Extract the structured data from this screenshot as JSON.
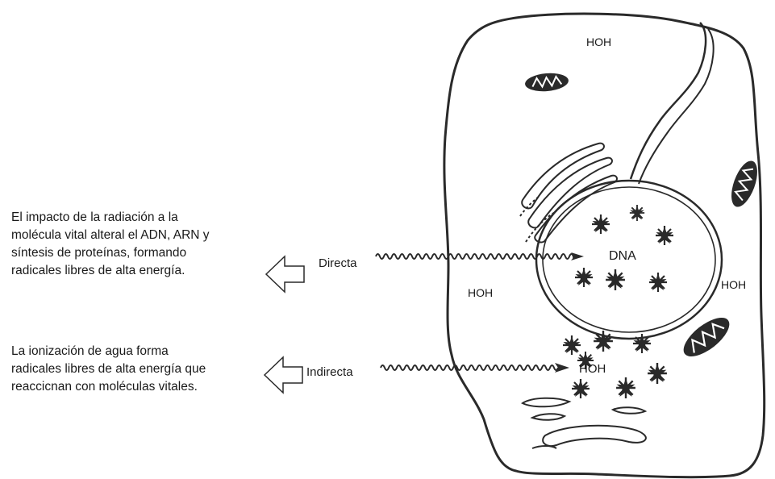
{
  "direct_note": {
    "lines": [
      "El impacto de la radiación a la",
      "molécula vital alteral el ADN, ARN y",
      "síntesis de proteínas, formando",
      "radicales libres de alta energía."
    ]
  },
  "indirect_note": {
    "lines": [
      "La ionización de agua forma",
      "radicales libres de alta energía que",
      "reaccicnan con moléculas vitales."
    ]
  },
  "labels": {
    "direct": "Directa",
    "indirect": "Indirecta",
    "dna": "DNA",
    "hoh_top": "HOH",
    "hoh_left": "HOH",
    "hoh_right": "HOH",
    "hoh_bottom": "HOH"
  },
  "colors": {
    "ink": "#2a2a2a",
    "background": "#ffffff"
  }
}
